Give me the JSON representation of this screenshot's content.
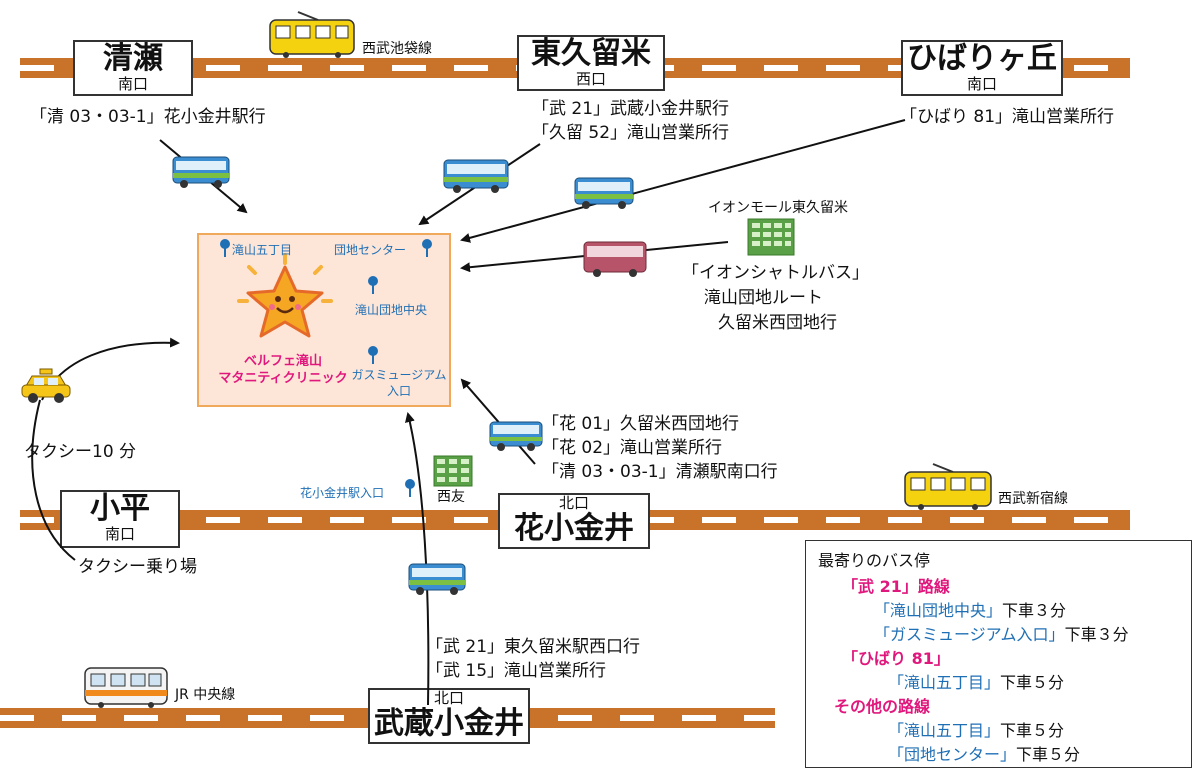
{
  "stations": {
    "kiyose": {
      "name": "清瀬",
      "exit": "南口"
    },
    "higashikurume": {
      "name": "東久留米",
      "exit": "西口"
    },
    "hibarigaoka": {
      "name": "ひばりヶ丘",
      "exit": "南口"
    },
    "kodaira": {
      "name": "小平",
      "exit": "南口"
    },
    "hanakoganei": {
      "name": "花小金井",
      "exit": "北口"
    },
    "musashikoganei": {
      "name": "武蔵小金井",
      "exit": "北口"
    }
  },
  "lines": {
    "ikebukuro": "西武池袋線",
    "shinjuku": "西武新宿線",
    "chuo": "JR 中央線"
  },
  "routes": {
    "kiyose": "「清 03・03-1」花小金井駅行",
    "higashikurume_1": "「武 21」武蔵小金井駅行",
    "higashikurume_2": "「久留 52」滝山営業所行",
    "hibarigaoka": "「ひばり 81」滝山営業所行",
    "hanakoganei_1": "「花 01」久留米西団地行",
    "hanakoganei_2": "「花 02」滝山営業所行",
    "hanakoganei_3": "「清 03・03-1」清瀬駅南口行",
    "musashikoganei_1": "「武 21」東久留米駅西口行",
    "musashikoganei_2": "「武 15」滝山営業所行"
  },
  "aeon": {
    "name": "イオンモール東久留米",
    "route_1": "「イオンシャトルバス」",
    "route_2": "滝山団地ルート",
    "route_3": "久留米西団地行"
  },
  "taxi": {
    "time": "タクシー10 分",
    "stand": "タクシー乗り場"
  },
  "seiyu": "西友",
  "hanakoganei_stop": "花小金井駅入口",
  "clinic": {
    "name_1": "ベルフェ滝山",
    "name_2": "マタニティクリニック",
    "stops": {
      "takiyama5": "滝山五丁目",
      "danchi_center": "団地センター",
      "danchi_chuo": "滝山団地中央",
      "gas_museum_1": "ガスミュージアム",
      "gas_museum_2": "入口"
    }
  },
  "legend": {
    "title": "最寄りのバス停",
    "group1": "「武 21」路線",
    "g1_stop1": "「滝山団地中央」",
    "g1_time1": "下車３分",
    "g1_stop2": "「ガスミュージアム入口」",
    "g1_time2": "下車３分",
    "group2": "「ひばり 81」",
    "g2_stop1": "「滝山五丁目」",
    "g2_time1": "下車５分",
    "group3": "その他の路線",
    "g3_stop1": "「滝山五丁目」",
    "g3_time1": "下車５分",
    "g3_stop2": "「団地センター」",
    "g3_time2": "下車５分"
  },
  "colors": {
    "rail": "#c8722a",
    "accent_pink": "#e0187d",
    "stop_blue": "#1f6fb5",
    "clinic_bg": "#fde6d8"
  }
}
